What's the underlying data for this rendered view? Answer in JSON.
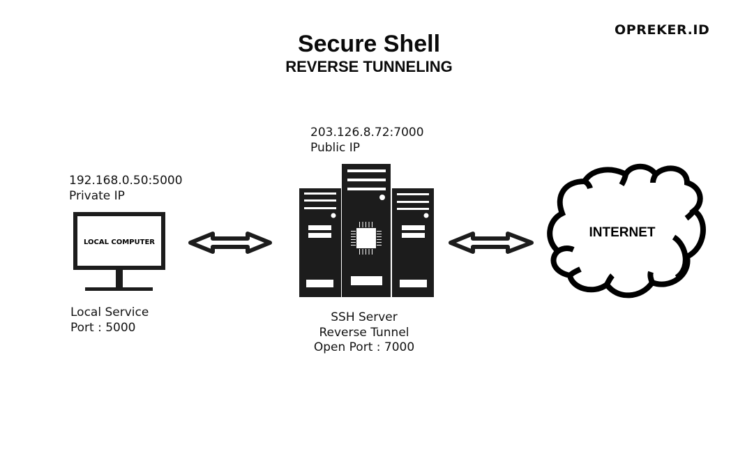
{
  "header": {
    "title": "Secure Shell",
    "subtitle": "REVERSE TUNNELING",
    "brand": "OPREKER.ID"
  },
  "nodes": {
    "local_computer": {
      "icon": "monitor-icon",
      "screen_label": "LOCAL COMPUTER",
      "address": "192.168.0.50:5000",
      "address_type": "Private IP",
      "caption_line1": "Local Service",
      "caption_line2": "Port : 5000"
    },
    "ssh_server": {
      "icon": "server-rack-icon",
      "address": "203.126.8.72:7000",
      "address_type": "Public IP",
      "caption_line1": "SSH Server",
      "caption_line2": "Reverse Tunnel",
      "caption_line3": "Open Port : 7000"
    },
    "internet": {
      "icon": "cloud-icon",
      "label": "INTERNET"
    }
  },
  "connections": [
    {
      "from": "local_computer",
      "to": "ssh_server",
      "type": "bidirectional",
      "icon": "double-arrow-icon"
    },
    {
      "from": "ssh_server",
      "to": "internet",
      "type": "bidirectional",
      "icon": "double-arrow-icon"
    }
  ],
  "colors": {
    "ink": "#1c1c1c",
    "background": "#ffffff"
  }
}
